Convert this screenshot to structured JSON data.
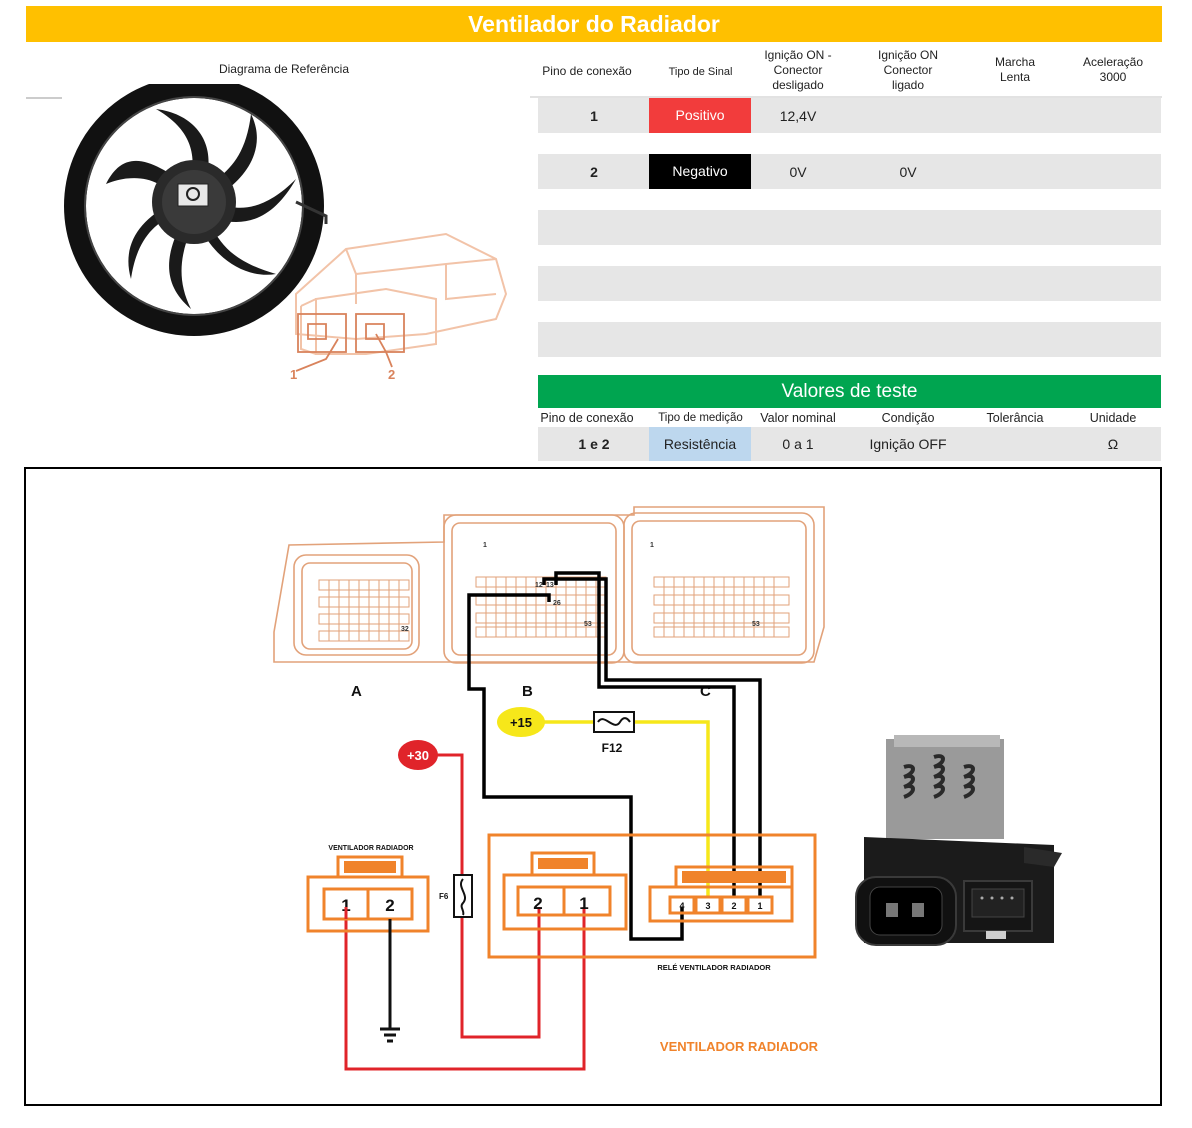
{
  "title": "Ventilador do Radiador",
  "reference": {
    "label": "Diagrama de Referência",
    "callout_1": "1",
    "callout_2": "2"
  },
  "signal_table": {
    "headers": {
      "pin": "Pino de conexão",
      "signal": "Tipo de Sinal",
      "ign_off_conn": [
        "Ignição ON -",
        "Conector",
        "desligado"
      ],
      "ign_on_conn": [
        "Ignição ON",
        "Conector",
        "ligado"
      ],
      "idle": [
        "Marcha",
        "Lenta"
      ],
      "accel": [
        "Aceleração",
        "3000"
      ]
    },
    "rows": [
      {
        "pin": "1",
        "signal": "Positivo",
        "signal_color": "#f23c3c",
        "ign_off": "12,4V",
        "ign_on": "",
        "idle": "",
        "accel": ""
      },
      {
        "pin": "2",
        "signal": "Negativo",
        "signal_color": "#000000",
        "ign_off": "0V",
        "ign_on": "0V",
        "idle": "",
        "accel": ""
      }
    ]
  },
  "test_values": {
    "title": "Valores de teste",
    "headers": {
      "pin": "Pino de conexão",
      "measure": "Tipo de medição",
      "nominal": "Valor nominal",
      "condition": "Condição",
      "tolerance": "Tolerância",
      "unit": "Unidade"
    },
    "row": {
      "pin": "1 e 2",
      "measure": "Resistência",
      "measure_color": "#bdd7ee",
      "nominal": "0 a 1",
      "condition": "Ignição OFF",
      "tolerance": "",
      "unit": "Ω"
    }
  },
  "wiring": {
    "ecu_connectors": [
      "A",
      "B",
      "C"
    ],
    "ecu_pins": {
      "p1": "1",
      "p12": "12",
      "p13": "13",
      "p26": "26",
      "p53": "53",
      "p32": "32"
    },
    "plus15": "+15",
    "fuse_f12": "F12",
    "plus30": "+30",
    "fuse_f6": "F6",
    "fan_connector_title": "VENTILADOR RADIADOR",
    "fan_pins": [
      "1",
      "2"
    ],
    "relay_power_pins": [
      "2",
      "1"
    ],
    "relay_control_pins": [
      "4",
      "3",
      "2",
      "1"
    ],
    "relay_label": "RELÉ VENTILADOR RADIADOR",
    "diagram_caption": "VENTILADOR RADIADOR",
    "colors": {
      "orange": "#f0832b",
      "red": "#e0242a",
      "yellow": "#f6e71a",
      "black": "#000000",
      "ecu_outline": "#e2a27a"
    }
  }
}
